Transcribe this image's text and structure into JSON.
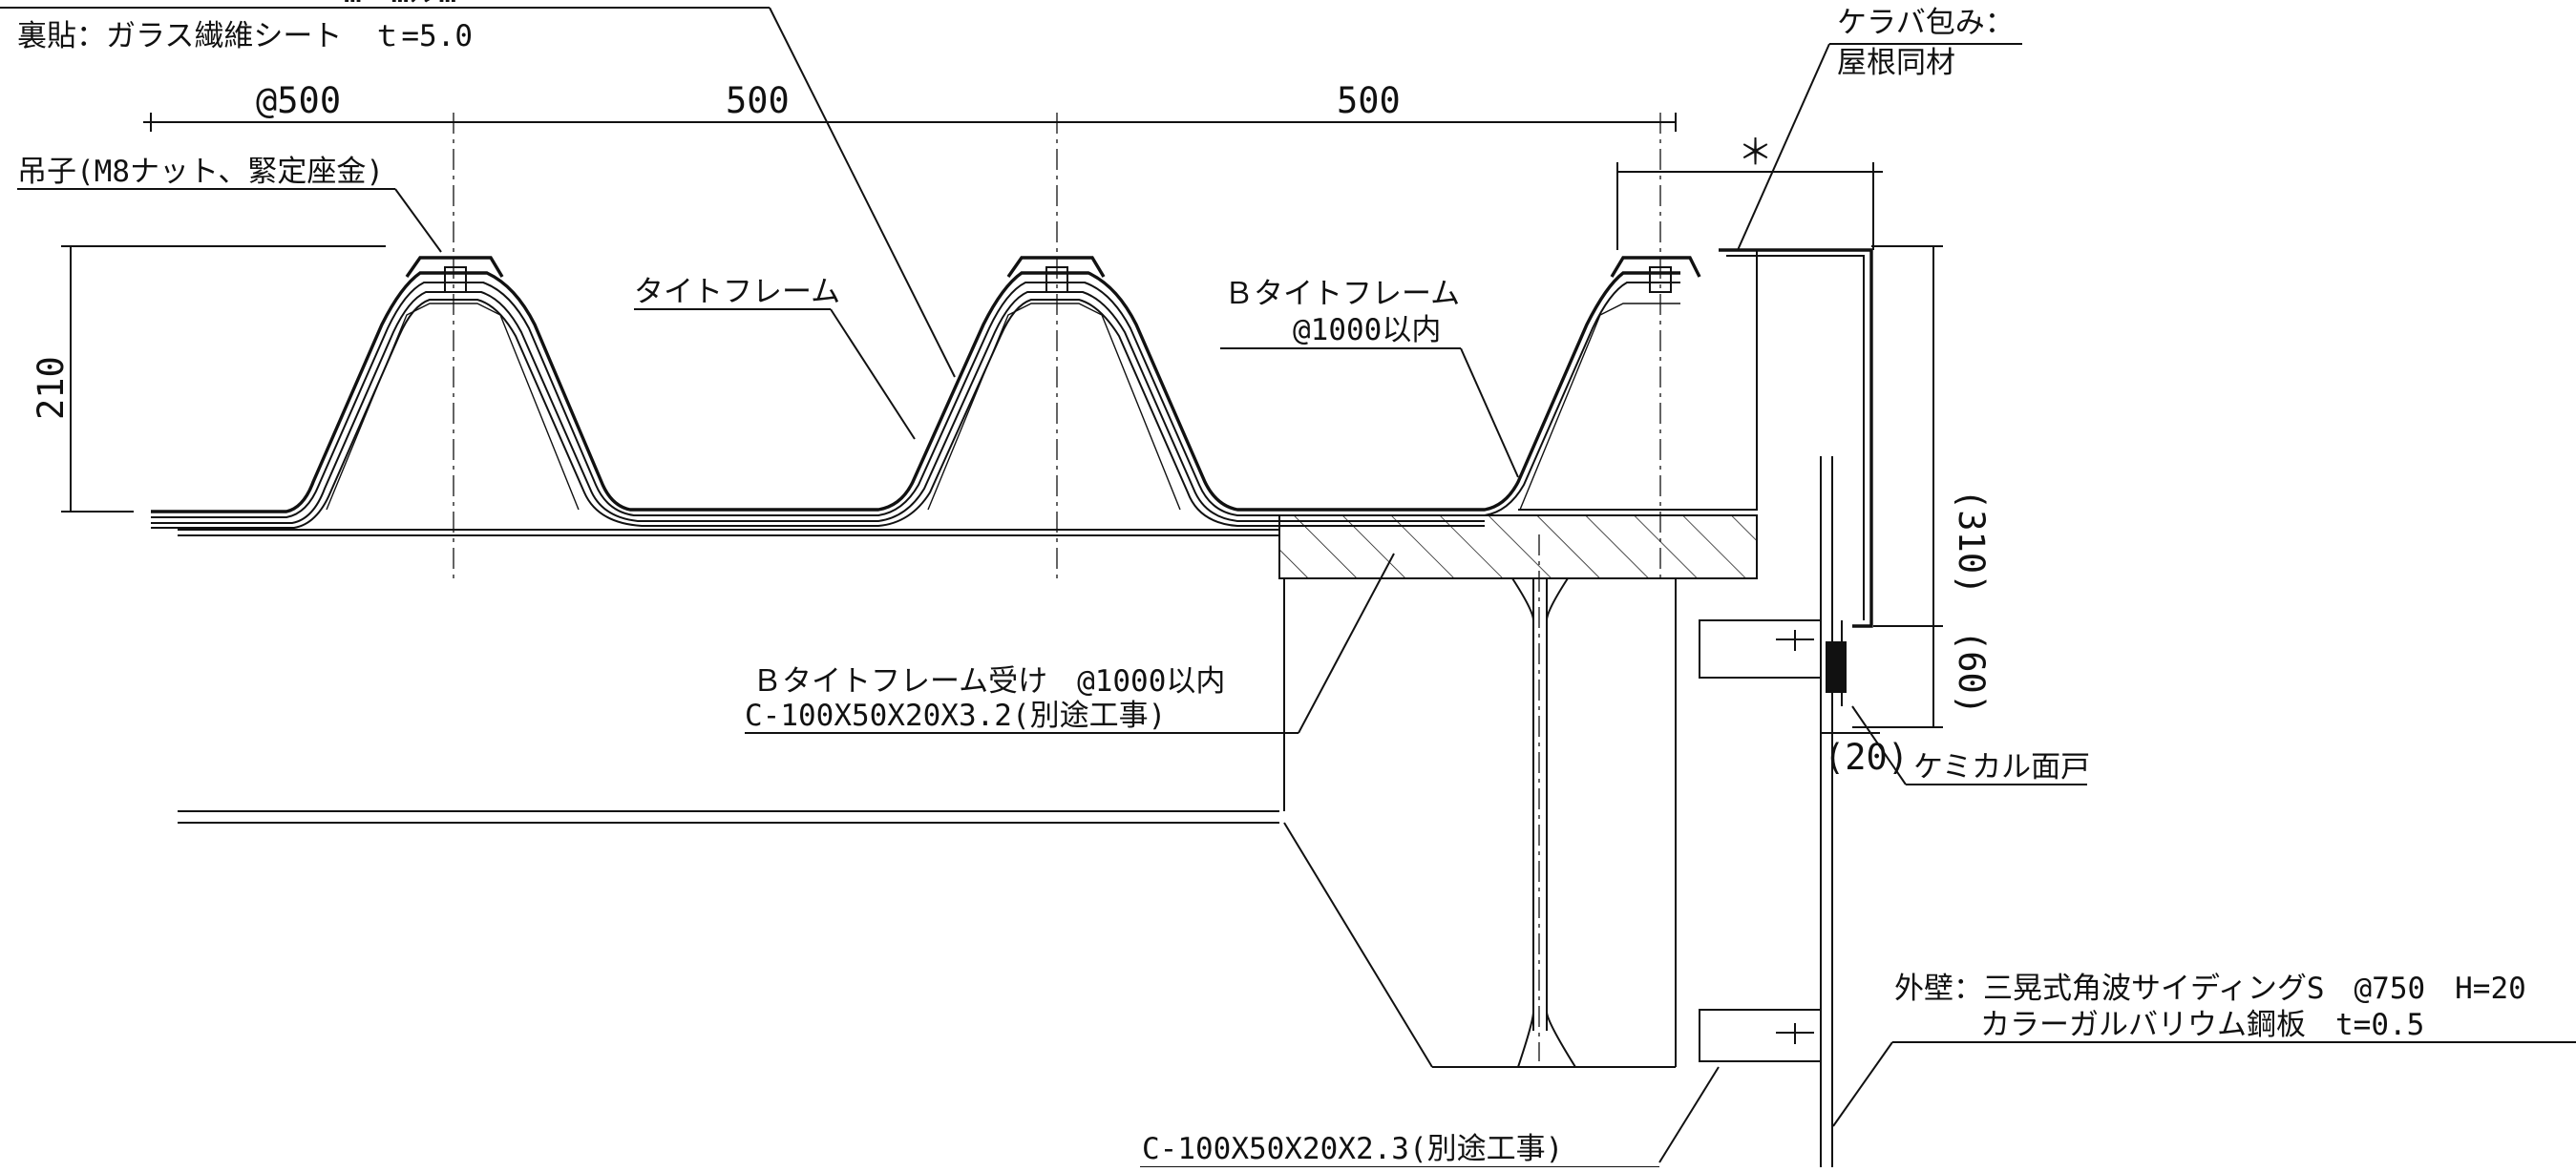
{
  "notes": {
    "top_cut": "…ー…ル…",
    "backing": "裏貼：ガラス繊維シート　ｔ=5.0",
    "hanger": "吊子(M8ナット、緊定座金)",
    "tight_frame": "タイトフレーム",
    "b_tight_frame": "Ｂタイトフレーム",
    "b_tight_frame_pitch": "@1000以内",
    "b_frame_support_1": "Ｂタイトフレーム受け　@1000以内",
    "b_frame_support_2": "C-100X50X20X3.2(別途工事)",
    "purlin_lower": "C-100X50X20X2.3(別途工事)",
    "barge_1": "ケラバ包み：",
    "barge_2": "屋根同材",
    "chemical": "ケミカル面戸",
    "wall_1": "外壁：三晃式角波サイディングS　@750　H=20",
    "wall_2": "カラーガルバリウム鋼板　t=0.5"
  },
  "dims": {
    "pitch_1": "@500",
    "pitch_2": "500",
    "pitch_3": "500",
    "height": "210",
    "star": "＊",
    "h310": "(310)",
    "h60": "(60)",
    "w20": "(20)"
  }
}
